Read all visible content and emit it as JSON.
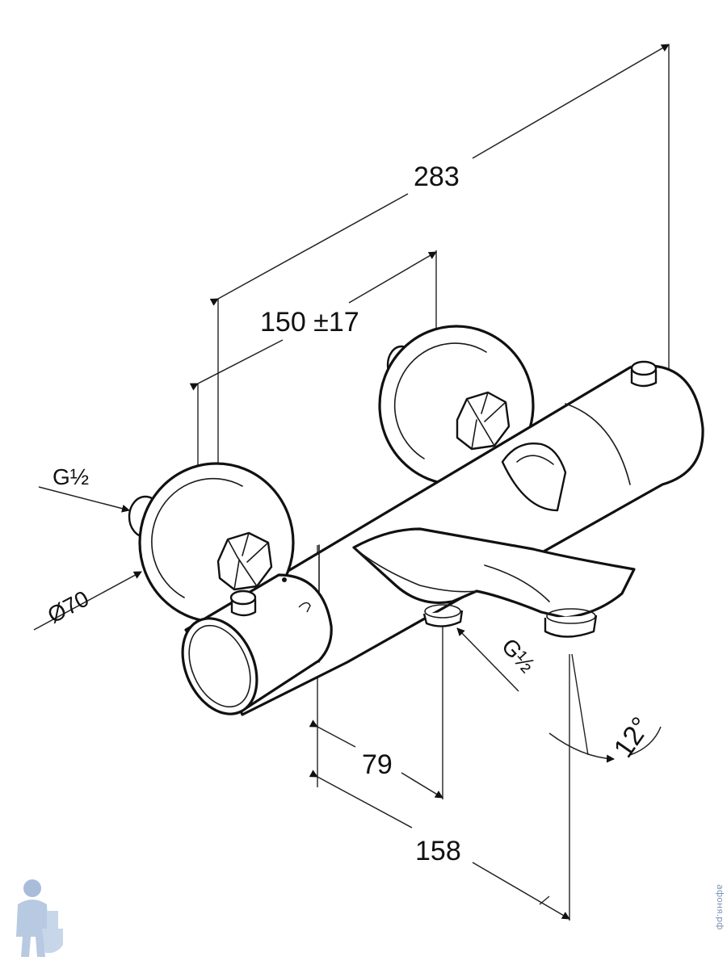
{
  "dimensions": {
    "overall_length": "283",
    "center_distance": "150 ±17",
    "spout_offset": "79",
    "spout_length": "158",
    "spout_angle": "12°"
  },
  "connections": {
    "inlet_thread": "G½",
    "outlet_thread": "G½",
    "eccentric_cover_diameter": "Ø70"
  },
  "watermark": {
    "site": "афоня.рф"
  },
  "colors": {
    "line": "#111111",
    "background": "#ffffff",
    "watermark": "#7d94b7"
  }
}
